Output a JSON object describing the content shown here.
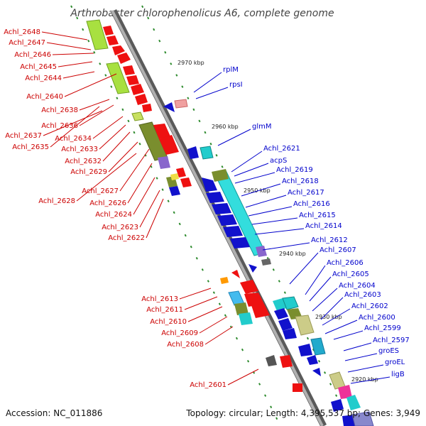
{
  "title": "Arthrobacter chlorophenolicus A6, complete genome",
  "accession": "Accession: NC_011886",
  "summary": "Topology: circular; Length: 4,395,537 bp; Genes: 3,949",
  "colors": {
    "left_labels": "#cc0000",
    "right_labels": "#0000cc",
    "backbone": "#7a7a7a",
    "tick": "#2e8b2e",
    "forward_gene": "#ee1111",
    "reverse_gene": "#1111cc"
  },
  "scale_labels": [
    "2970 kbp",
    "2960 kbp",
    "2950 kbp",
    "2940 kbp",
    "2930 kbp",
    "2920 kbp"
  ],
  "left_labels": [
    "Achl_2648",
    "Achl_2647",
    "Achl_2646",
    "Achl_2645",
    "Achl_2644",
    "Achl_2640",
    "Achl_2638",
    "Achl_2636",
    "Achl_2637",
    "Achl_2634",
    "Achl_2635",
    "Achl_2633",
    "Achl_2632",
    "Achl_2629",
    "Achl_2627",
    "Achl_2628",
    "Achl_2626",
    "Achl_2624",
    "Achl_2623",
    "Achl_2622",
    "Achl_2613",
    "Achl_2611",
    "Achl_2610",
    "Achl_2609",
    "Achl_2608",
    "Achl_2601"
  ],
  "right_labels": [
    "rplM",
    "rpsI",
    "glmM",
    "Achl_2621",
    "acpS",
    "Achl_2619",
    "Achl_2618",
    "Achl_2617",
    "Achl_2616",
    "Achl_2615",
    "Achl_2614",
    "Achl_2612",
    "Achl_2607",
    "Achl_2606",
    "Achl_2605",
    "Achl_2604",
    "Achl_2603",
    "Achl_2602",
    "Achl_2600",
    "Achl_2599",
    "Achl_2597",
    "groES",
    "groEL",
    "ligB"
  ]
}
